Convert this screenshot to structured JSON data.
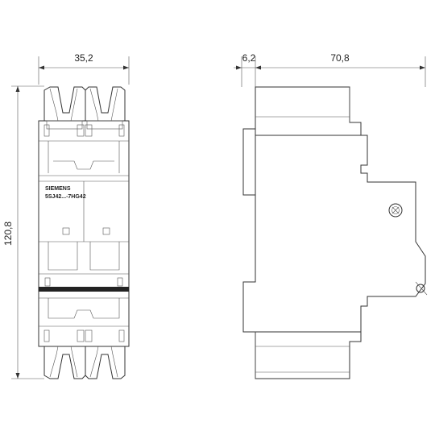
{
  "dimensions": {
    "front_width": "35,2",
    "front_height": "120,8",
    "side_offset": "6,2",
    "side_depth": "70,8"
  },
  "front_label": {
    "brand": "SIEMENS",
    "model": "5SJ42...-7HG42"
  },
  "colors": {
    "line": "#333333",
    "background": "#ffffff"
  }
}
